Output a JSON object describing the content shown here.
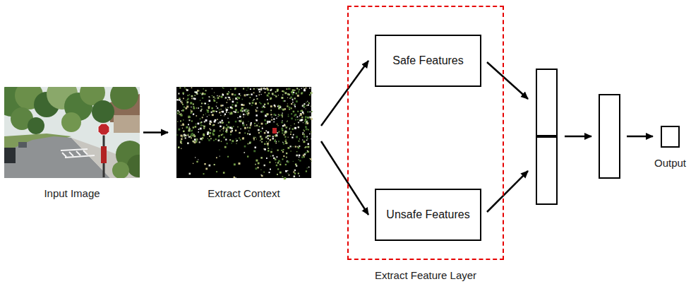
{
  "diagram": {
    "nodes": [
      {
        "text": [
          "Input Image"
        ]
      },
      {
        "text": [
          "Extract Context"
        ]
      },
      {
        "text": [
          "Extract Feature Layer"
        ]
      },
      {
        "text": [
          "Safe Features"
        ],
        "in": 2
      },
      {
        "text": [
          "Unsafe Features"
        ],
        "in": 2
      },
      {
        "text": [
          "Output"
        ]
      }
    ],
    "edges": [
      {
        "from": 0,
        "to": 1,
        "arrow": "to"
      },
      {
        "from": 1,
        "to": 3,
        "arrow": "to"
      },
      {
        "from": 1,
        "to": 4,
        "arrow": "to"
      }
    ]
  }
}
